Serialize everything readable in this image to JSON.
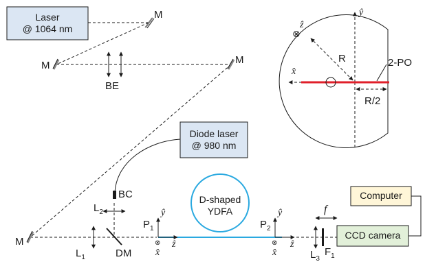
{
  "colors": {
    "laser_box": "#dbe6f3",
    "computer_box": "#fff6d8",
    "ccd_box": "#e2f0d9",
    "fiber": "#2aa9e0",
    "two_po": "#e01f2a",
    "ink": "#1a1a1a"
  },
  "boxes": {
    "laser": [
      "Laser",
      "@ 1064 nm"
    ],
    "diode": [
      "Diode laser",
      "@ 980 nm"
    ],
    "computer": "Computer",
    "ccd": "CCD camera"
  },
  "fiber_label": [
    "D-shaped",
    "YDFA"
  ],
  "components": {
    "mirror": "M",
    "beam_expander": "BE",
    "beam_combiner": "BC",
    "dichroic_mirror": "DM",
    "lens1": {
      "base": "L",
      "sub": "1"
    },
    "lens2": {
      "base": "L",
      "sub": "2"
    },
    "lens3": {
      "base": "L",
      "sub": "3"
    },
    "filter1": {
      "base": "F",
      "sub": "1"
    },
    "plane1": {
      "base": "P",
      "sub": "1"
    },
    "plane2": {
      "base": "P",
      "sub": "2"
    },
    "focal": "f"
  },
  "axes": {
    "x": "x̂",
    "y": "ŷ",
    "z": "ẑ",
    "into_page": "⊗"
  },
  "inset": {
    "radius": "R",
    "half_radius": "R/2",
    "plate": "2-PO"
  }
}
